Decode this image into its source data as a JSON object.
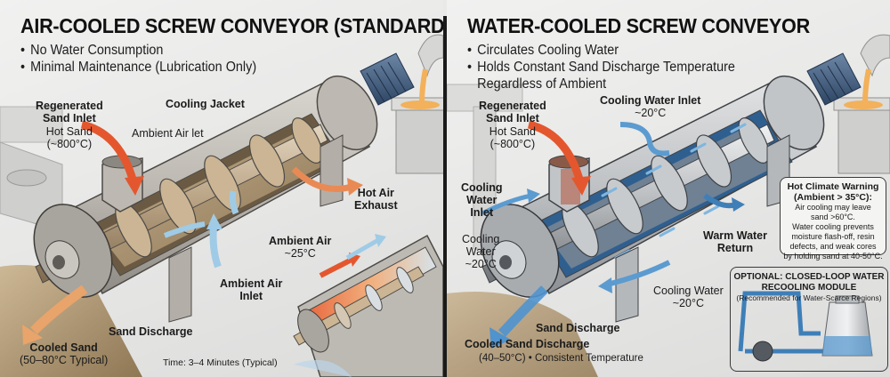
{
  "left_panel": {
    "title": "AIR-COOLED SCREW CONVEYOR (STANDARD)",
    "bullets": [
      "No Water Consumption",
      "Minimal Maintenance (Lubrication Only)"
    ],
    "labels": {
      "inlet_title_1": "Regenerated",
      "inlet_title_2": "Sand Inlet",
      "inlet_sub_1": "Hot Sand",
      "inlet_sub_2": "(~800°C)",
      "cooling_jacket": "Cooling Jacket",
      "ambient_air_let": "Ambient Air let",
      "hot_air_1": "Hot Air",
      "hot_air_2": "Exhaust",
      "ambient_air": "Ambient Air",
      "ambient_temp": "~25°C",
      "ambient_inlet_1": "Ambient Air",
      "ambient_inlet_2": "Inlet",
      "sand_discharge": "Sand Discharge",
      "cooled_sand": "Cooled Sand",
      "cooled_sand_temp": "(50–80°C Typical)",
      "time": "Time: 3–4 Minutes (Typical)"
    }
  },
  "right_panel": {
    "title": "WATER-COOLED SCREW CONVEYOR",
    "bullets": [
      "Circulates Cooling Water",
      "Holds Constant Sand Discharge Temperature",
      "Regardless of Ambient"
    ],
    "labels": {
      "inlet_title_1": "Regenerated",
      "inlet_title_2": "Sand Inlet",
      "inlet_sub_1": "Hot Sand",
      "inlet_sub_2": "(~800°C)",
      "water_inlet_top": "Cooling Water Inlet",
      "water_inlet_top_temp": "~20°C",
      "side_inlet_1": "Cooling",
      "side_inlet_2": "Water",
      "side_inlet_3": "Inlet",
      "side_water_1": "Cooling",
      "side_water_2": "Water",
      "side_water_3": "~20°C",
      "warm_return_1": "Warm Water",
      "warm_return_2": "Return",
      "bottom_water": "Cooling Water",
      "bottom_water_temp": "~20°C",
      "sand_discharge": "Sand Discharge",
      "cooled_discharge": "Cooled Sand Discharge",
      "cooled_discharge_temp": "(40–50°C) • Consistent Temperature"
    },
    "warning_box": {
      "heading_1": "Hot Climate Warning",
      "heading_2": "(Ambient > 35°C):",
      "text_1": "Air cooling may leave",
      "text_2": "sand >60°C.",
      "text_3": "Water cooling prevents",
      "text_4": "moisture flash-off, resin",
      "text_5": "defects, and weak cores",
      "text_6": "by holding sand at 40-50°C."
    },
    "optional_box": {
      "heading_1": "OPTIONAL: CLOSED-LOOP WATER",
      "heading_2": "RECOOLING MODULE",
      "sub": "(Recommended for Water-Scarce Regions)"
    }
  },
  "colors": {
    "background": "#e9e9e8",
    "steel": "#b9b6b0",
    "sand": "#b59c76",
    "hot_arrow": "#e4572e",
    "air_arrow": "#9fcbe6",
    "water_blue": "#3f7fb8",
    "motor_blue": "#3f5f86",
    "molten": "#f2b15a",
    "divider": "#1a1a1a"
  }
}
